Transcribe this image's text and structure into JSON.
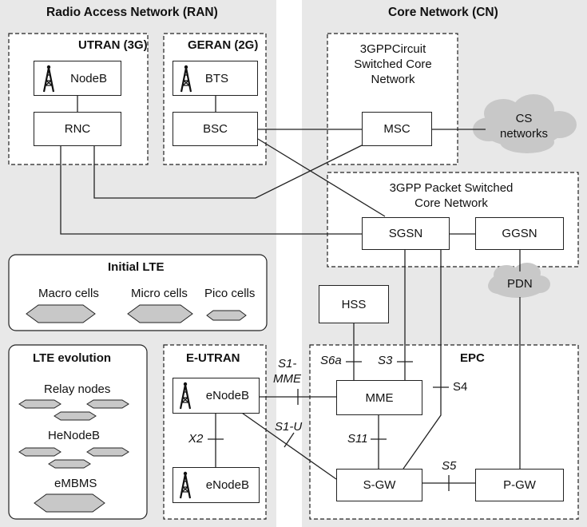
{
  "regions": {
    "ran_title": "Radio Access Network (RAN)",
    "cn_title": "Core Network (CN)"
  },
  "groups": {
    "utran": "UTRAN (3G)",
    "geran": "GERAN (2G)",
    "cs_core": "3GPPCircuit Switched Core Network",
    "ps_core": "3GPP Packet Switched Core Network",
    "initial_lte": "Initial LTE",
    "lte_evolution": "LTE evolution",
    "eutran": "E-UTRAN",
    "epc": "EPC"
  },
  "nodes": {
    "nodeb": "NodeB",
    "rnc": "RNC",
    "bts": "BTS",
    "bsc": "BSC",
    "msc": "MSC",
    "cs_networks": "CS networks",
    "sgsn": "SGSN",
    "ggsn": "GGSN",
    "hss": "HSS",
    "pdn": "PDN",
    "mme": "MME",
    "sgw": "S-GW",
    "pgw": "P-GW",
    "enodeb_top": "eNodeB",
    "enodeb_bottom": "eNodeB"
  },
  "cells": {
    "macro": "Macro cells",
    "micro": "Micro cells",
    "pico": "Pico cells",
    "relay": "Relay nodes",
    "henodeb": "HeNodeB",
    "embms": "eMBMS"
  },
  "interfaces": {
    "s1_mme_a": "S1-",
    "s1_mme_b": "MME",
    "s1_u": "S1-U",
    "x2": "X2",
    "s6a": "S6a",
    "s3": "S3",
    "s4": "S4",
    "s11": "S11",
    "s5": "S5"
  },
  "colors": {
    "region_bg": "#e8e8e8",
    "panel_bg": "#ffffff",
    "cloud": "#c8c8c8",
    "hexagon": "#c8c8c8",
    "line": "#222222"
  }
}
